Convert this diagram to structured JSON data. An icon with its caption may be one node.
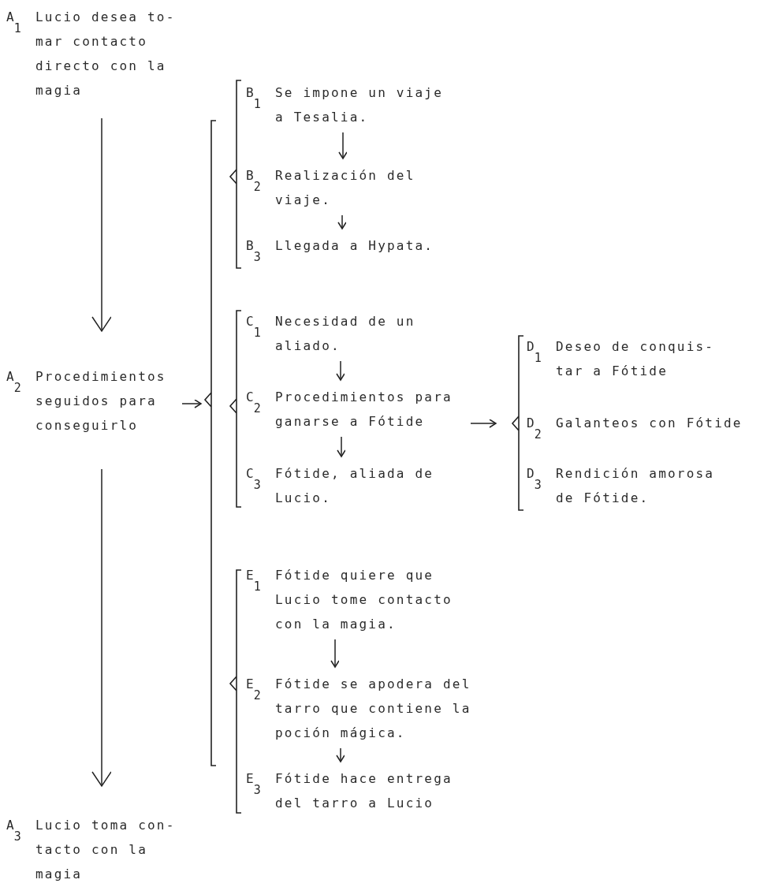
{
  "diagram": {
    "nodes": [
      {
        "text": [
          "A$_{1}$",
          "Lucio desea to-mar contacto directo con la magia"
        ]
      },
      {
        "text": [
          "A$_{2}$",
          "Procedimientos seguidos para conseguirlo"
        ]
      },
      {
        "text": [
          "A$_{3}$",
          "Lucio toma con-tacto con la magia"
        ]
      },
      {
        "text": [],
        "shape": "bracket"
      },
      {
        "text": [
          "B$_{1}$",
          "Se impone un viaje a Tesalia."
        ]
      },
      {
        "text": [
          "B$_{2}$",
          "Realización del viaje."
        ]
      },
      {
        "text": [
          "B$_{3}$",
          "Llegada a Hypata."
        ]
      },
      {
        "text": [
          "C$_{1}$",
          "Necesidad de un aliado."
        ]
      },
      {
        "text": [
          "C$_{2}$",
          "Procedimientos para ganarse a Fótide"
        ]
      },
      {
        "text": [
          "C$_{3}$",
          "Fótide, aliada de Lucio."
        ]
      },
      {
        "text": [],
        "shape": "bracket"
      },
      {
        "text": [
          "D$_{1}$",
          "Deseo de conquis-tar a Fótide"
        ]
      },
      {
        "text": [
          "D$_{2}$",
          "Galanteos con Fótide"
        ]
      },
      {
        "text": [
          "D$_{3}$",
          "Rendición amorosa de Fótide."
        ]
      },
      {
        "text": [
          "E$_{1}$",
          "Fótide quiere que Lucio tome contacto con la magia."
        ]
      },
      {
        "text": [
          "E$_{2}$",
          "Fótide se apodera del tarro que contiene la poción mágica."
        ]
      },
      {
        "text": [
          "E$_{3}$",
          "Fótide hace entrega del tarro a Lucio"
        ]
      }
    ],
    "edges": [
      {
        "from": 0,
        "to": 1,
        "arrow": "to"
      },
      {
        "from": 1,
        "to": 2,
        "arrow": "to"
      },
      {
        "from": 1,
        "to": 3,
        "arrow": "to"
      },
      {
        "from": 4,
        "to": 5,
        "arrow": "to"
      },
      {
        "from": 5,
        "to": 6,
        "arrow": "to"
      },
      {
        "from": 7,
        "to": 8,
        "arrow": "to"
      },
      {
        "from": 8,
        "to": 9,
        "arrow": "to"
      },
      {
        "from": 8,
        "to": 10,
        "arrow": "to"
      },
      {
        "from": 14,
        "to": 15,
        "arrow": "to"
      },
      {
        "from": 15,
        "to": 16,
        "arrow": "to"
      }
    ]
  }
}
